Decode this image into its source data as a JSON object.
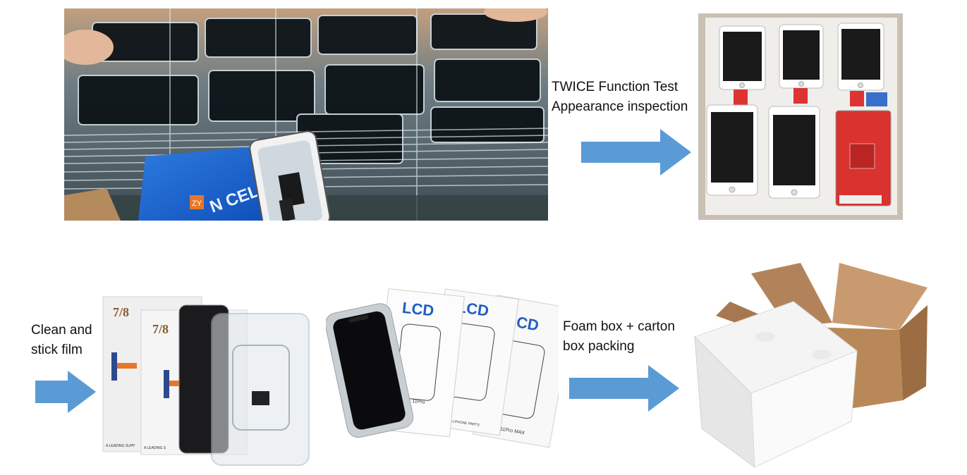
{
  "steps": [
    {
      "photo": "stacked-lcd-trays-photo",
      "caption": []
    },
    {
      "photo": "tested-screens-in-foam-tray-photo",
      "caption": [
        "TWICE Function Test",
        "Appearance inspection"
      ]
    },
    {
      "photo": "film-packaged-screens-photo",
      "caption": [
        "Clean and",
        "stick film"
      ]
    },
    {
      "photo": "lcd-retail-boxes-photo",
      "caption": []
    },
    {
      "photo": "foam-box-in-carton-photo",
      "caption": [
        "Foam box + carton",
        "box packing"
      ]
    }
  ],
  "product_labels": {
    "badge": "ZY",
    "cell_text": "N CELL",
    "model_a": "7/8",
    "model_b": "7/8",
    "lcd": "LCD",
    "box1_model": "11Pro",
    "box2_model": "11Pro MAX",
    "supplier_a": "A LEADING SUPP",
    "supplier_b": "A LEADING S",
    "parts_text": "FOR CELLPHONE PARTS"
  },
  "colors": {
    "arrow": "#5b9bd5",
    "caption_text": "#111111",
    "lcd_blue": "#1f5fc4",
    "lcd_orange": "#e8762a"
  }
}
